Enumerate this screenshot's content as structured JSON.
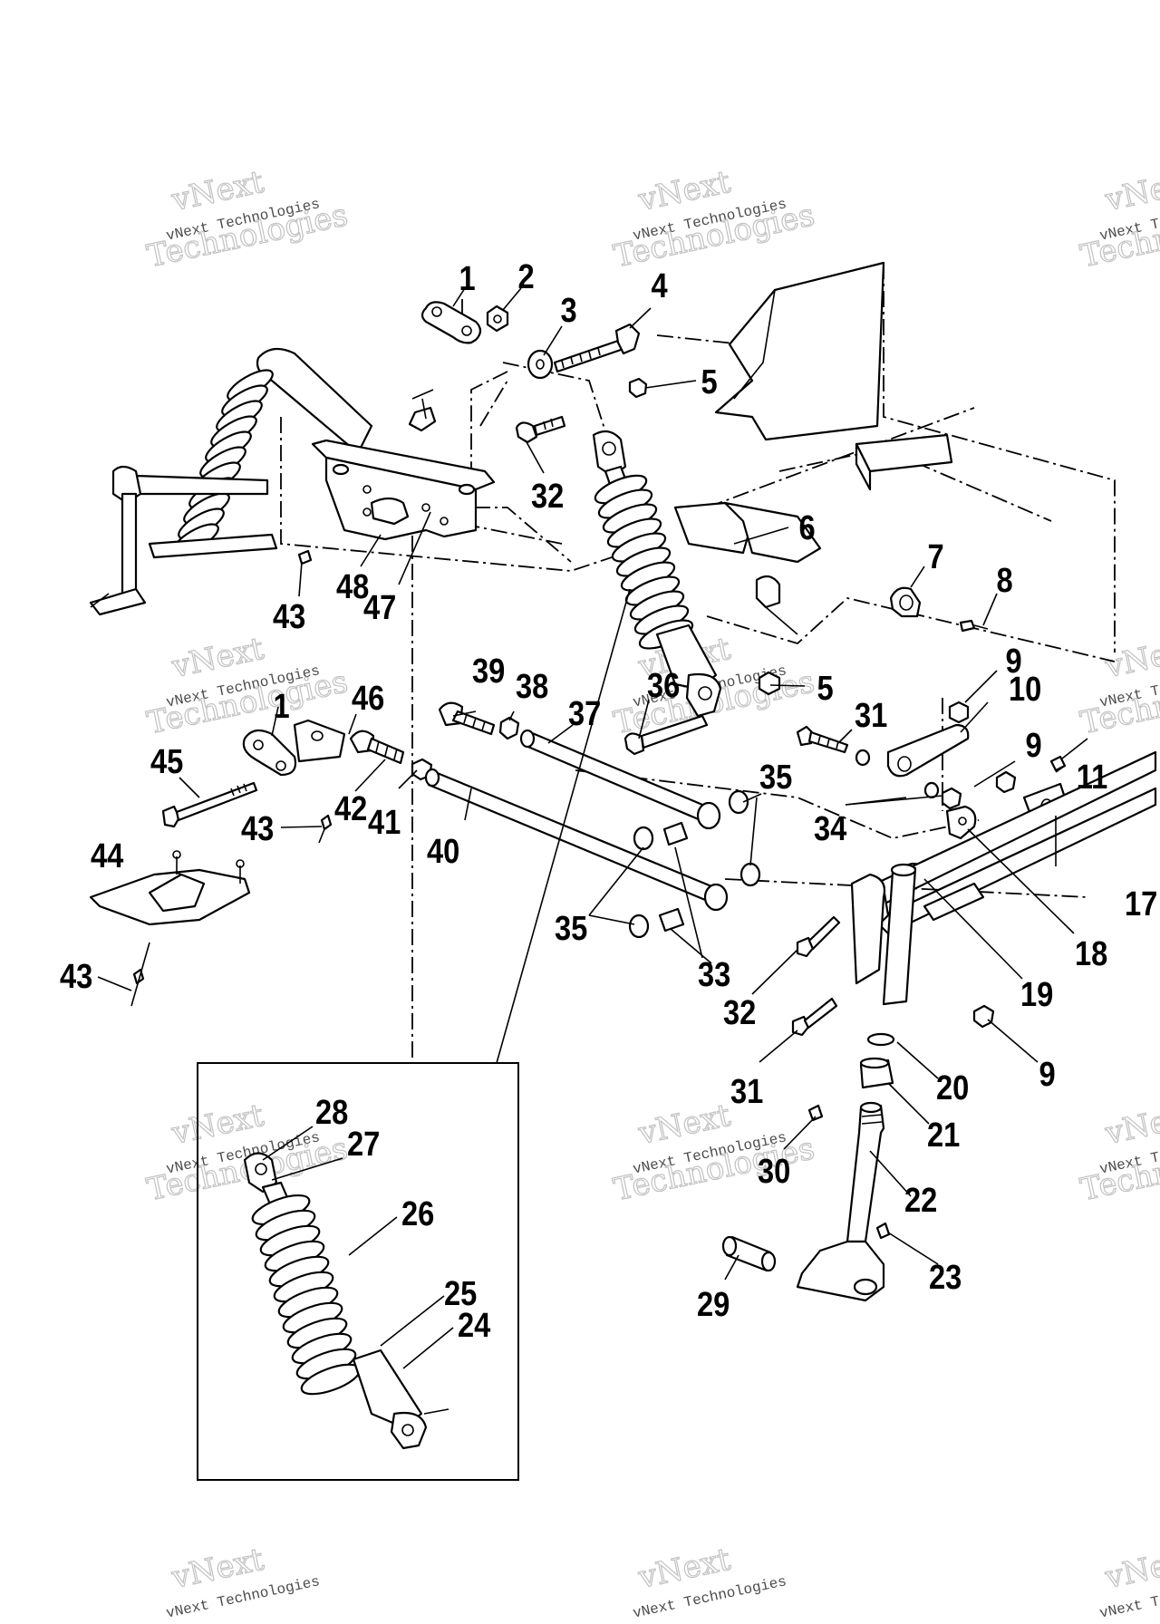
{
  "diagram": {
    "callouts": [
      "1",
      "2",
      "3",
      "4",
      "5",
      "32",
      "6",
      "7",
      "8",
      "9",
      "10",
      "43",
      "48",
      "47",
      "39",
      "38",
      "36",
      "5",
      "46",
      "1",
      "37",
      "31",
      "9",
      "11",
      "45",
      "43",
      "42",
      "41",
      "40",
      "35",
      "34",
      "17",
      "44",
      "18",
      "35",
      "33",
      "32",
      "19",
      "43",
      "9",
      "20",
      "31",
      "21",
      "28",
      "27",
      "30",
      "22",
      "26",
      "23",
      "29",
      "25",
      "24"
    ]
  },
  "watermark": {
    "brand_text": "vNext",
    "company_text": "vNext Technologies",
    "outline_text": "Technologies"
  }
}
